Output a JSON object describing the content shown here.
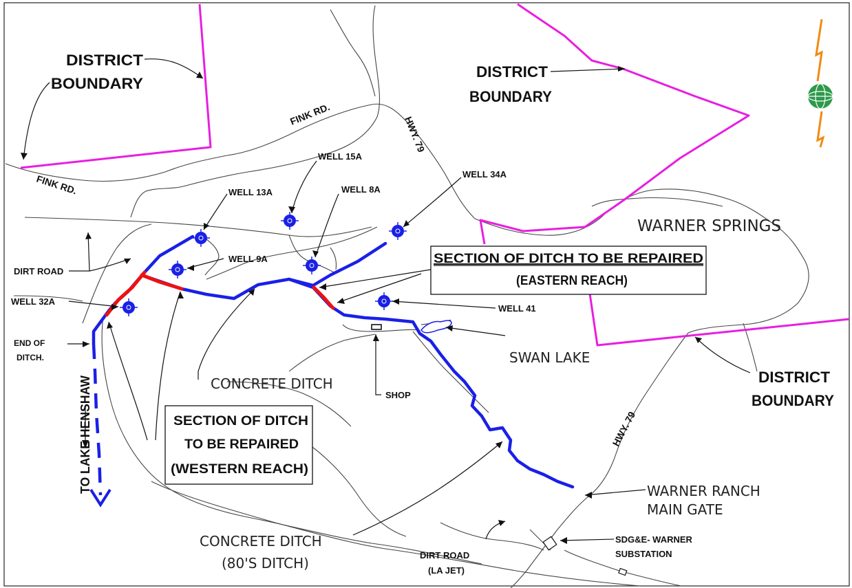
{
  "labels": {
    "district_boundary_nw_1": "DISTRICT",
    "district_boundary_nw_2": "BOUNDARY",
    "district_boundary_n_1": "DISTRICT",
    "district_boundary_n_2": "BOUNDARY",
    "district_boundary_e_1": "DISTRICT",
    "district_boundary_e_2": "BOUNDARY",
    "fink_rd_north": "FINK RD.",
    "fink_rd_west": "FINK RD.",
    "hwy79_north": "HWY. 79",
    "hwy79_south": "HWY. 79",
    "well_15a": "WELL 15A",
    "well_13a": "WELL 13A",
    "well_8a": "WELL 8A",
    "well_34a": "WELL 34A",
    "well_9a": "WELL 9A",
    "well_32a": "WELL 32A",
    "well_41": "WELL 41",
    "dirt_road": "DIRT ROAD",
    "end_of_ditch_1": "END OF",
    "end_of_ditch_2": "DITCH.",
    "warner_springs": "WARNER SPRINGS",
    "eastern_reach_1": "SECTION OF DITCH TO BE REPAIRED",
    "eastern_reach_2": "(EASTERN REACH)",
    "western_reach_1": "SECTION OF DITCH",
    "western_reach_2": "TO BE REPAIRED",
    "western_reach_3": "(WESTERN REACH)",
    "concrete_ditch": "CONCRETE DITCH",
    "concrete_ditch_80s_1": "CONCRETE DITCH",
    "concrete_ditch_80s_2": "(80'S DITCH)",
    "shop": "SHOP",
    "swan_lake": "SWAN LAKE",
    "to_lake_henshaw": "TO LAKE HENSHAW",
    "warner_ranch_1": "WARNER RANCH",
    "warner_ranch_2": "MAIN GATE",
    "dirt_road_la_jet_1": "DIRT ROAD",
    "dirt_road_la_jet_2": "(LA JET)",
    "sdge_1": "SDG&E- WARNER",
    "sdge_2": "SUBSTATION"
  },
  "colors": {
    "boundary": "#e81ee0",
    "ditch": "#1a20e6",
    "repair": "#ee1111",
    "well": "#1a20e6"
  },
  "icons": {
    "well": "crosshair-circle-icon",
    "logo": "globe-logo-icon"
  }
}
